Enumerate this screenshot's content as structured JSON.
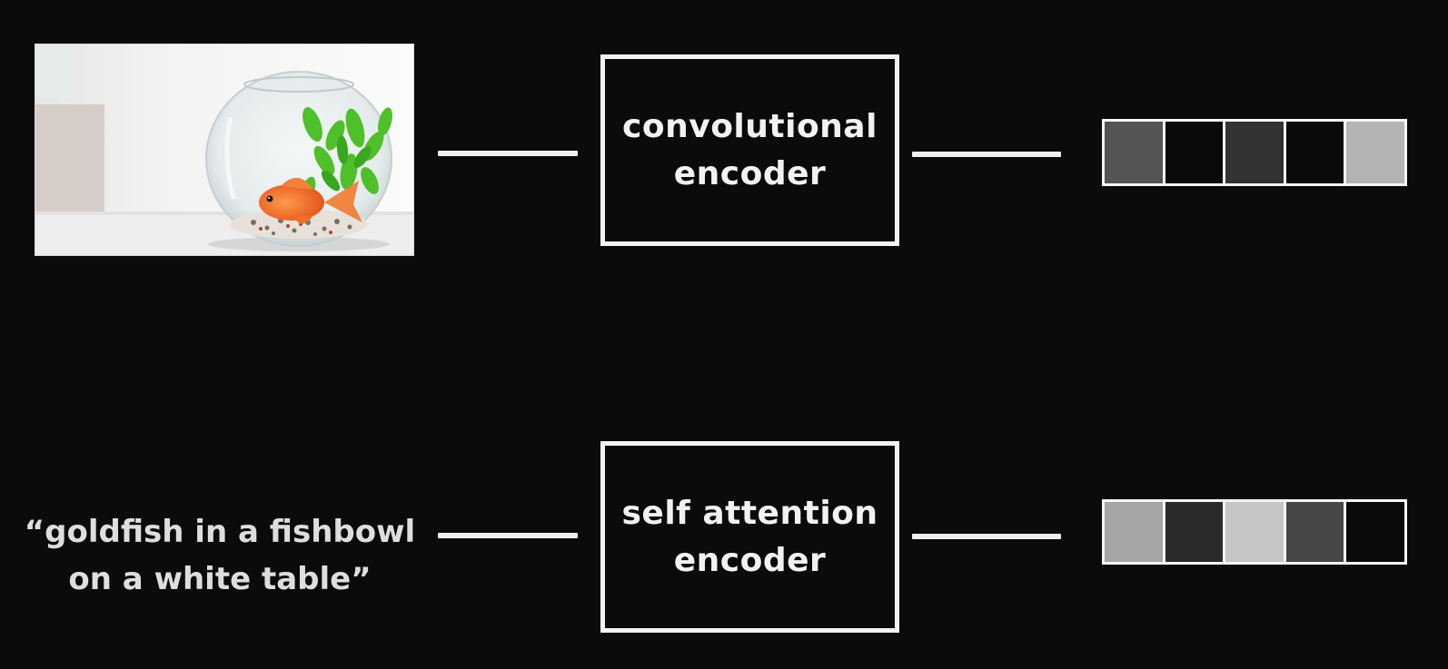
{
  "image_branch": {
    "photo": "goldfish-in-fishbowl-photo",
    "encoder_label": "convolutional\nencoder",
    "embedding_shades": [
      "#555555",
      "#0a0a0a",
      "#333333",
      "#0a0a0a",
      "#b4b4b4"
    ]
  },
  "text_branch": {
    "caption": "“goldfish in a fishbowl\non a white table”",
    "encoder_label": "self attention\nencoder",
    "embedding_shades": [
      "#a6a6a6",
      "#2a2a2a",
      "#c6c6c6",
      "#474747",
      "#0a0a0a"
    ]
  },
  "colors": {
    "background": "#0b0b0b",
    "stroke": "#f0f0f0"
  }
}
